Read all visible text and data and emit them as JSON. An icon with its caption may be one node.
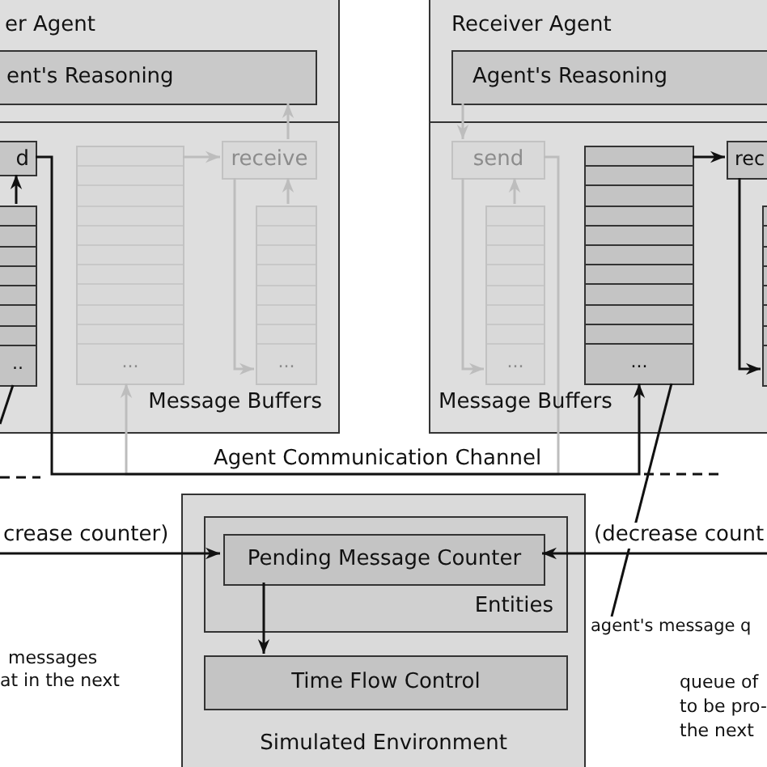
{
  "diagram": {
    "nodes": [
      {
        "text": [
          "er Agent",
          "Message Buffers"
        ]
      },
      {
        "text": [
          "ent's Reasoning"
        ],
        "in": 0
      },
      {
        "text": [
          "d"
        ],
        "in": 0
      },
      {
        "text": [
          ".."
        ],
        "in": 0
      },
      {
        "text": [
          "..."
        ],
        "in": 0
      },
      {
        "text": [
          "receive"
        ],
        "in": 0
      },
      {
        "text": [
          "..."
        ],
        "in": 0
      },
      {
        "text": [
          "Receiver Agent",
          "Message Buffers"
        ]
      },
      {
        "text": [
          "Agent's Reasoning"
        ],
        "in": 7
      },
      {
        "text": [
          "send"
        ],
        "in": 7
      },
      {
        "text": [
          "..."
        ],
        "in": 7
      },
      {
        "text": [
          "..."
        ],
        "in": 7
      },
      {
        "text": [
          "rec"
        ],
        "in": 7
      },
      {
        "text": [],
        "shape": "box",
        "in": 7
      },
      {
        "text": [
          "Simulated Environment"
        ]
      },
      {
        "text": [
          "Entities"
        ],
        "in": 14
      },
      {
        "text": [
          "Pending Message Counter"
        ],
        "in": 15
      },
      {
        "text": [
          "Time Flow Control"
        ],
        "in": 14
      },
      {
        "text": [
          "agent's message q"
        ]
      }
    ],
    "edges": [
      {
        "from": 3,
        "to": 2,
        "arrow": "to"
      },
      {
        "from": 2,
        "to": 11,
        "arrow": "to",
        "label": "Agent Communication Channel"
      },
      {
        "from": 4,
        "to": 5,
        "arrow": "to",
        "color": "#bdbdbd"
      },
      {
        "from": 5,
        "to": 1,
        "arrow": "to",
        "color": "#bdbdbd"
      },
      {
        "from": 6,
        "to": 5,
        "arrow": "to",
        "color": "#bdbdbd"
      },
      {
        "from": 5,
        "to": 6,
        "arrow": "to",
        "color": "#bdbdbd"
      },
      {
        "from": 8,
        "to": 9,
        "arrow": "to",
        "color": "#bdbdbd"
      },
      {
        "from": 10,
        "to": 9,
        "arrow": "to",
        "color": "#bdbdbd"
      },
      {
        "from": 9,
        "to": 10,
        "arrow": "to",
        "color": "#bdbdbd"
      },
      {
        "from": 9,
        "to": 4,
        "arrow": "to",
        "color": "#bdbdbd"
      },
      {
        "from": 11,
        "to": 12,
        "arrow": "to"
      },
      {
        "from": 12,
        "to": 13,
        "arrow": "to"
      },
      {
        "from": null,
        "to": 16,
        "arrow": "to",
        "label": "crease counter)"
      },
      {
        "from": null,
        "to": 16,
        "arrow": "to",
        "label": "(decrease count"
      },
      {
        "from": 16,
        "to": 17,
        "arrow": "to"
      },
      {
        "from": 18,
        "to": 11,
        "arrow": "none"
      },
      {
        "from": null,
        "to": 3,
        "arrow": "none"
      }
    ],
    "labels": [
      "messages",
      "at in the next",
      "queue of",
      "to be pro-",
      "the next"
    ]
  }
}
